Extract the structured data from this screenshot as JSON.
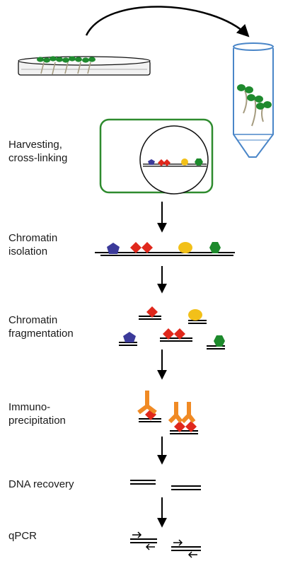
{
  "colors": {
    "pentagon": "#3b3a9a",
    "diamond": "#e0281c",
    "circle": "#f2c019",
    "hexagon": "#1d8a2c",
    "antibody": "#f08a24",
    "plant_leaf": "#1f8a2e",
    "plant_root": "#a69c80",
    "tube": "#4a86c8",
    "nucleus_box": "#2e8b2e"
  },
  "steps": [
    {
      "label": "Harvesting,\ncross-linking"
    },
    {
      "label": "Chromatin\nisolation"
    },
    {
      "label": "Chromatin\nfragmentation"
    },
    {
      "label": "Immuno-\nprecipitation"
    },
    {
      "label": "DNA recovery"
    },
    {
      "label": "qPCR"
    }
  ]
}
